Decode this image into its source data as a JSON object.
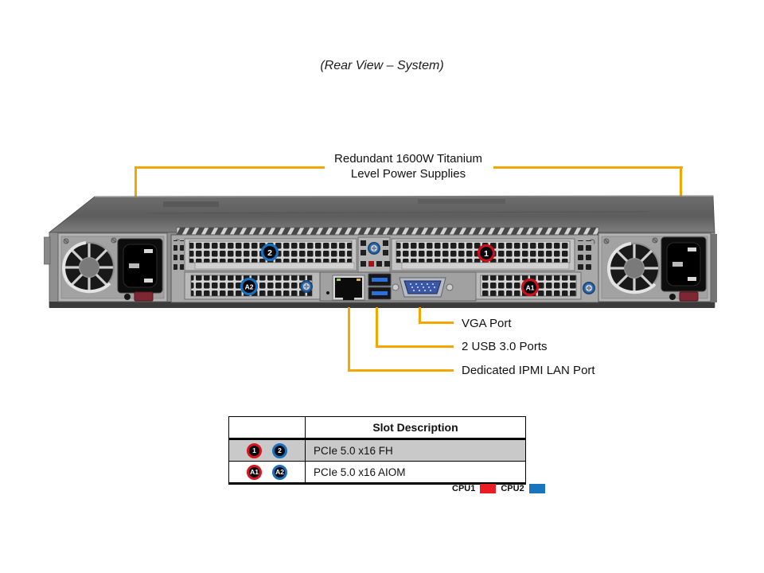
{
  "title": "(Rear View – System)",
  "psu_callout": {
    "line1": "Redundant 1600W Titanium",
    "line2": "Level Power Supplies"
  },
  "port_callouts": {
    "vga": "VGA Port",
    "usb": "2 USB 3.0 Ports",
    "ipmi": "Dedicated IPMI LAN Port"
  },
  "chassis_badges": {
    "slot1": "1",
    "slot2": "2",
    "aiom_a1": "A1",
    "aiom_a2": "A2"
  },
  "slot_table": {
    "header": "Slot Description",
    "rows": [
      {
        "badge1": "1",
        "badge2": "2",
        "description": "PCIe 5.0 x16 FH"
      },
      {
        "badge1": "A1",
        "badge2": "A2",
        "description": "PCIe 5.0 x16 AIOM"
      }
    ]
  },
  "legend": {
    "cpu1": "CPU1",
    "cpu2": "CPU2"
  },
  "colors": {
    "callout_line": "#F2A800",
    "cpu1_red": "#EC1C24",
    "cpu2_blue": "#1B75BC",
    "badge_red_ring": "#d6161d",
    "badge_blue_ring": "#1a70ba"
  }
}
